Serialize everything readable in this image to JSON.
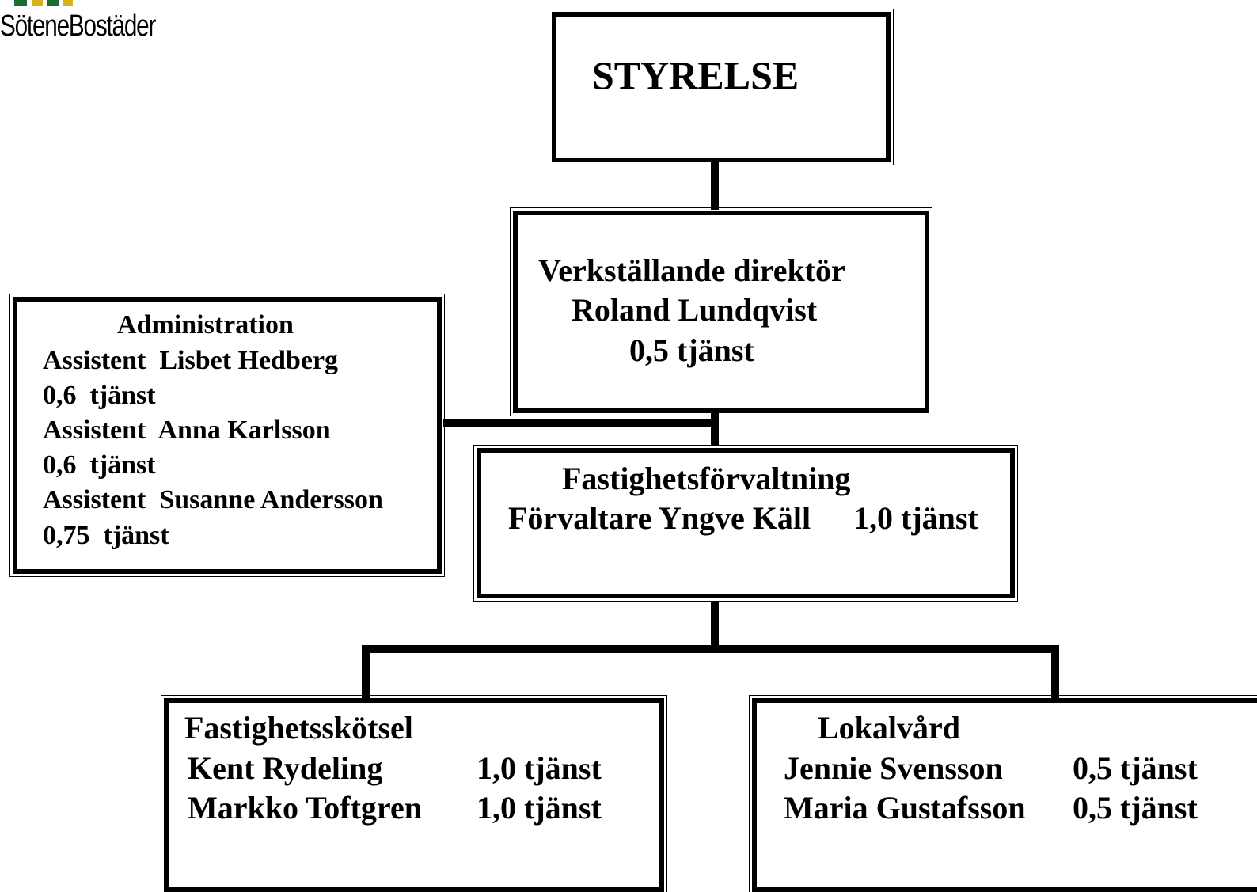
{
  "brand": {
    "name": "SöteneBostäder",
    "logo_colors": [
      "#1f6b34",
      "#d6b21c",
      "#1f6b34",
      "#d6b21c",
      "#1f6b34"
    ]
  },
  "boxes": {
    "styrelse": {
      "title": "STYRELSE"
    },
    "vd": {
      "line1": "Verkställande direktör",
      "line2": "Roland Lundqvist",
      "line3": "0,5 tjänst"
    },
    "administration": {
      "title": "Administration",
      "lines": [
        "Assistent  Lisbet Hedberg",
        "0,6  tjänst",
        "Assistent  Anna Karlsson",
        "0,6  tjänst",
        "Assistent  Susanne Andersson",
        "0,75  tjänst"
      ]
    },
    "fastighetsforvaltning": {
      "title": "Fastighetsförvaltning",
      "person": "Förvaltare Yngve Käll",
      "fte": "1,0 tjänst"
    },
    "fastighetsskotsel": {
      "title": "Fastighetsskötsel",
      "staff": [
        {
          "name": "Kent Rydeling",
          "fte": "1,0 tjänst"
        },
        {
          "name": "Markko Toftgren",
          "fte": "1,0 tjänst"
        }
      ]
    },
    "lokalvard": {
      "title": "Lokalvård",
      "staff": [
        {
          "name": "Jennie Svensson",
          "fte": "0,5 tjänst"
        },
        {
          "name": "Maria Gustafsson",
          "fte": "0,5 tjänst"
        }
      ]
    }
  }
}
